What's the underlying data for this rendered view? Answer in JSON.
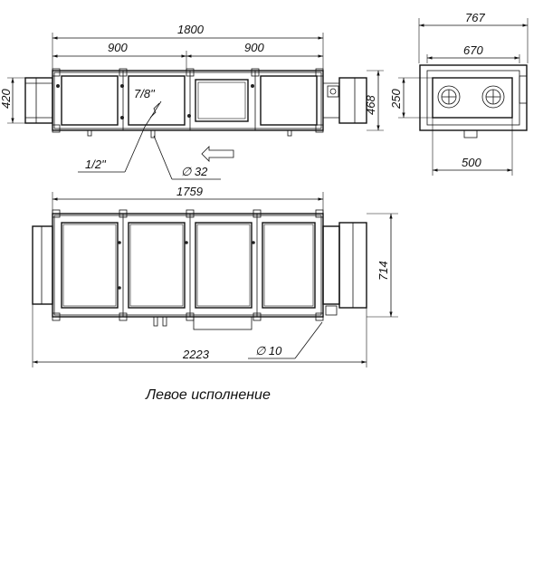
{
  "drawing": {
    "top_view": {
      "total_length": "1800",
      "section_left": "900",
      "section_right": "900",
      "height": "420",
      "full_height": "468",
      "pipe_label_a": "7/8\"",
      "pipe_label_b": "1/2\"",
      "drain_label": "∅ 32"
    },
    "end_view": {
      "outer_width": "767",
      "inner_width": "670",
      "duct_height": "250",
      "duct_width": "500"
    },
    "side_view": {
      "body_length": "1759",
      "total_length": "2223",
      "height": "714",
      "hole_label": "∅ 10"
    },
    "caption": "Левое исполнение"
  }
}
